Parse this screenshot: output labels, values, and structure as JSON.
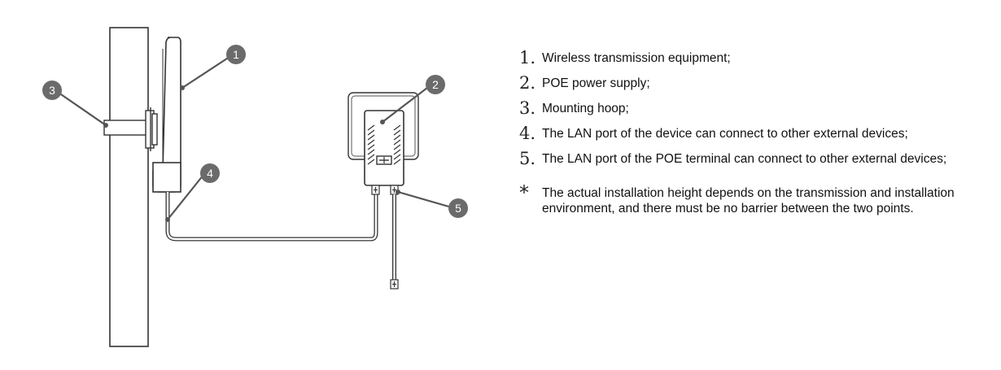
{
  "callouts": [
    {
      "num": "1",
      "text": "Wireless transmission equipment;"
    },
    {
      "num": "2",
      "text": "POE power supply;"
    },
    {
      "num": "3",
      "text": "Mounting hoop;"
    },
    {
      "num": "4",
      "text": "The LAN port of the device can connect to other external devices;"
    },
    {
      "num": "5",
      "text": "The LAN port of the POE terminal can connect to other external devices;"
    }
  ],
  "legend_numbers": [
    "1.",
    "2.",
    "3.",
    "4.",
    "5."
  ],
  "note": {
    "symbol": "*",
    "text": "The actual installation height depends on the transmission and installation environment, and there must be no barrier between the two points."
  },
  "colors": {
    "badge_fill": "#6b6b6b",
    "badge_text": "#ffffff",
    "line": "#333333",
    "leader": "#555555"
  }
}
